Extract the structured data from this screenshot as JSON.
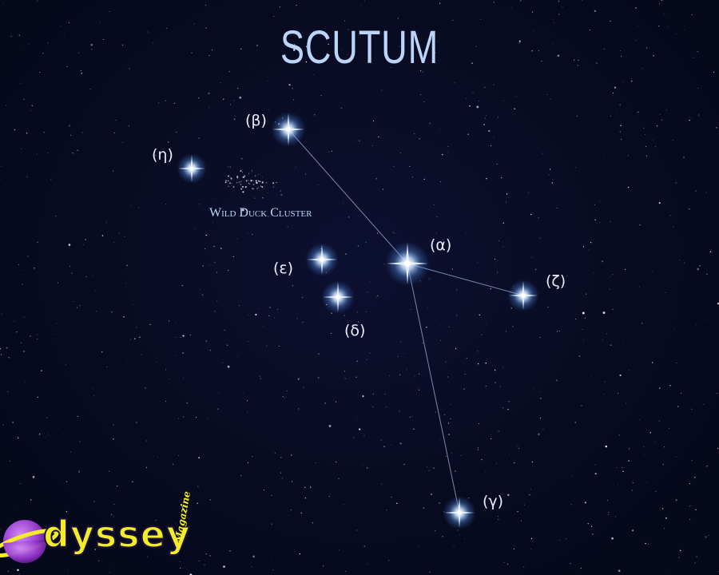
{
  "title": "SCUTUM",
  "stars": [
    {
      "id": "alpha",
      "label": "(α)"
    },
    {
      "id": "beta",
      "label": "(β)"
    },
    {
      "id": "gamma",
      "label": "(γ)"
    },
    {
      "id": "delta",
      "label": "(δ)"
    },
    {
      "id": "epsilon",
      "label": "(ε)"
    },
    {
      "id": "zeta",
      "label": "(ζ)"
    },
    {
      "id": "eta",
      "label": "(η)"
    }
  ],
  "cluster": {
    "label": "Wild Duck Cluster"
  },
  "logo": {
    "brand": "dyssey",
    "sub": "Magazine"
  },
  "colors": {
    "sky": "#080b20",
    "title": "#bcd4f7",
    "star_glow": "#8fc0ff",
    "logo_yellow": "#f3ec2b",
    "logo_planet": "#9b3fd1"
  }
}
